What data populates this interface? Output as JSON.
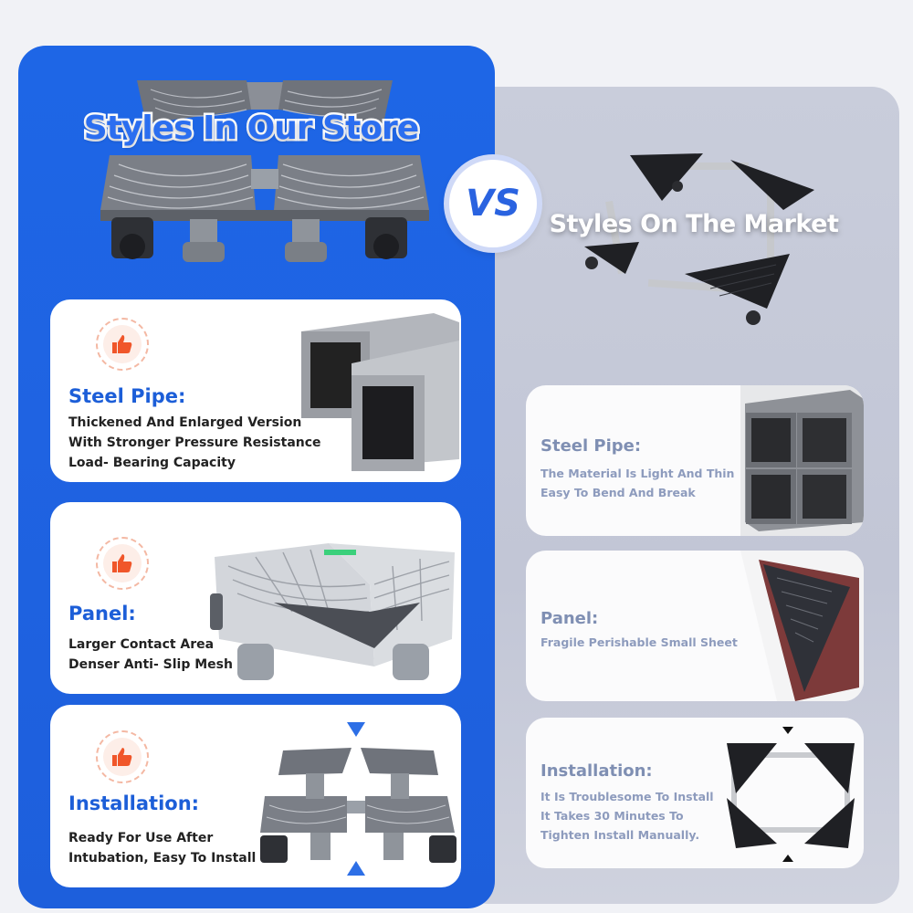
{
  "header": {
    "left_title": "Styles In Our Store",
    "vs": "VS",
    "right_title": "Styles On The Market"
  },
  "our_store": [
    {
      "heading": "Steel Pipe:",
      "lines": [
        "Thickened And Enlarged Version",
        "With Stronger Pressure Resistance",
        "Load- Bearing Capacity"
      ],
      "icon": "thumbs-up-icon"
    },
    {
      "heading": "Panel:",
      "lines": [
        "Larger Contact Area",
        "Denser Anti- Slip Mesh"
      ],
      "icon": "thumbs-up-icon"
    },
    {
      "heading": "Installation:",
      "lines": [
        "Ready For Use After",
        "Intubation, Easy To Install"
      ],
      "icon": "thumbs-up-icon"
    }
  ],
  "market": [
    {
      "heading": "Steel Pipe:",
      "lines": [
        "The Material Is Light And Thin",
        "Easy To Bend And Break"
      ]
    },
    {
      "heading": "Panel:",
      "lines": [
        "Fragile Perishable Small Sheet"
      ]
    },
    {
      "heading": "Installation:",
      "lines": [
        "It Is Troublesome To Install",
        "It Takes 30 Minutes To",
        "Tighten Install Manually."
      ]
    }
  ],
  "colors": {
    "brand_blue": "#1e66e6",
    "heading_blue": "#1c5ed8",
    "market_grey": "#7f8fb3",
    "thumb_orange": "#f0562a"
  }
}
